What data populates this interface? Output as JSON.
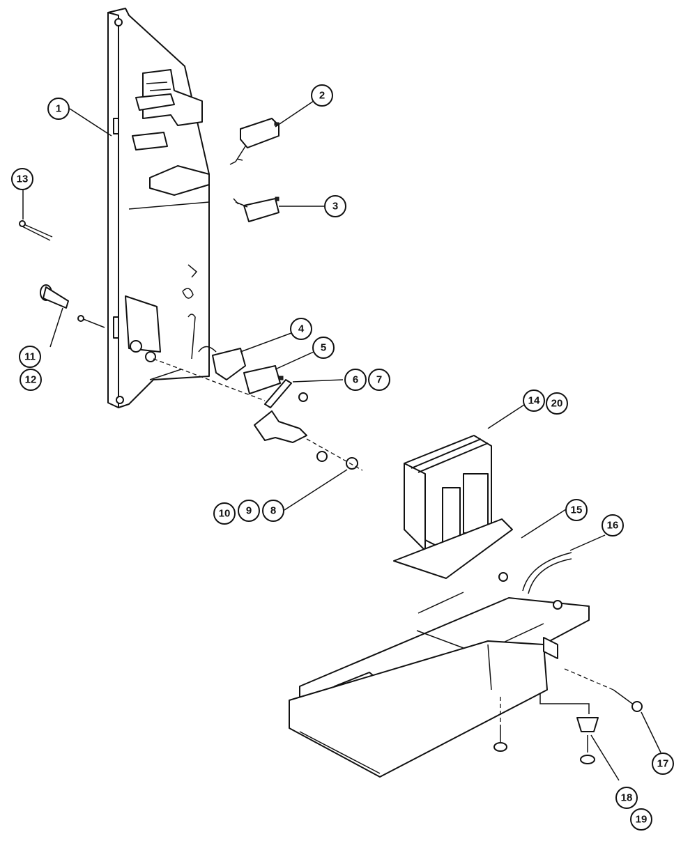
{
  "callouts": [
    {
      "id": "c1",
      "label": "1"
    },
    {
      "id": "c2",
      "label": "2"
    },
    {
      "id": "c3",
      "label": "3"
    },
    {
      "id": "c4",
      "label": "4"
    },
    {
      "id": "c5",
      "label": "5"
    },
    {
      "id": "c6",
      "label": "6"
    },
    {
      "id": "c7",
      "label": "7"
    },
    {
      "id": "c8",
      "label": "8"
    },
    {
      "id": "c9",
      "label": "9"
    },
    {
      "id": "c10",
      "label": "10"
    },
    {
      "id": "c11",
      "label": "11"
    },
    {
      "id": "c12",
      "label": "12"
    },
    {
      "id": "c13",
      "label": "13"
    },
    {
      "id": "c14",
      "label": "14"
    },
    {
      "id": "c15",
      "label": "15"
    },
    {
      "id": "c16",
      "label": "16"
    },
    {
      "id": "c17",
      "label": "17"
    },
    {
      "id": "c18",
      "label": "18"
    },
    {
      "id": "c19",
      "label": "19"
    },
    {
      "id": "c20",
      "label": "20"
    }
  ]
}
